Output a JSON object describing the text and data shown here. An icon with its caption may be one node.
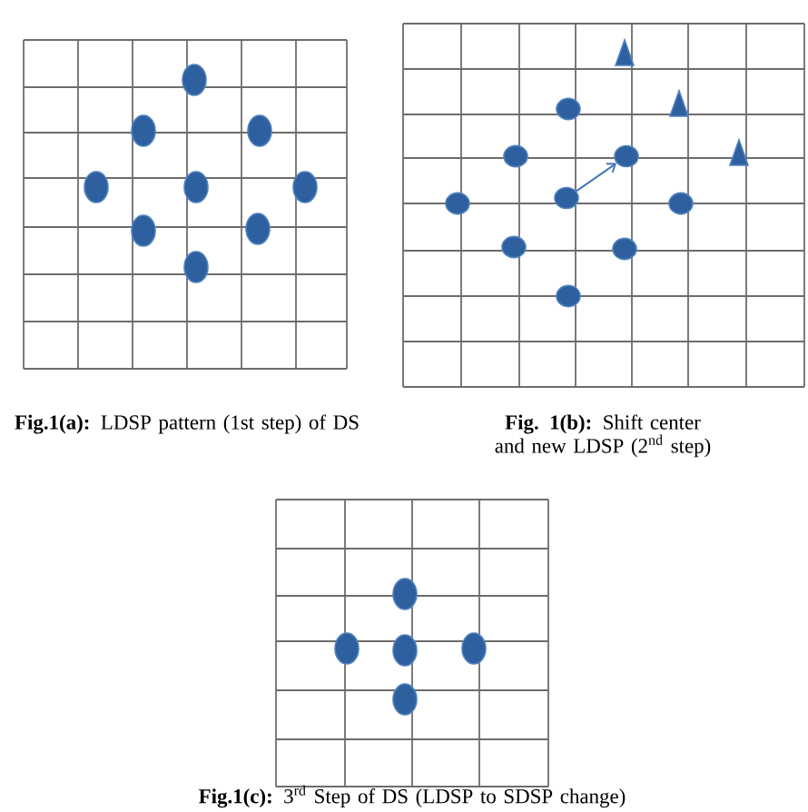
{
  "diagram": {
    "nodes": [
      {
        "text": [],
        "shape": "circle"
      },
      {
        "text": [],
        "shape": "circle"
      }
    ],
    "edges": [
      {
        "from": 0,
        "to": 1,
        "arrow": "to"
      }
    ],
    "labels": [
      "**Fig.1(a):** LDSP pattern (1st step) of DS",
      "**Fig. 1(b):** Shift center and new LDSP (2$^{nd}$ step)",
      "**Fig.1(c):** 3$^{rd}$ Step of DS (LDSP to SDSP change)"
    ]
  }
}
